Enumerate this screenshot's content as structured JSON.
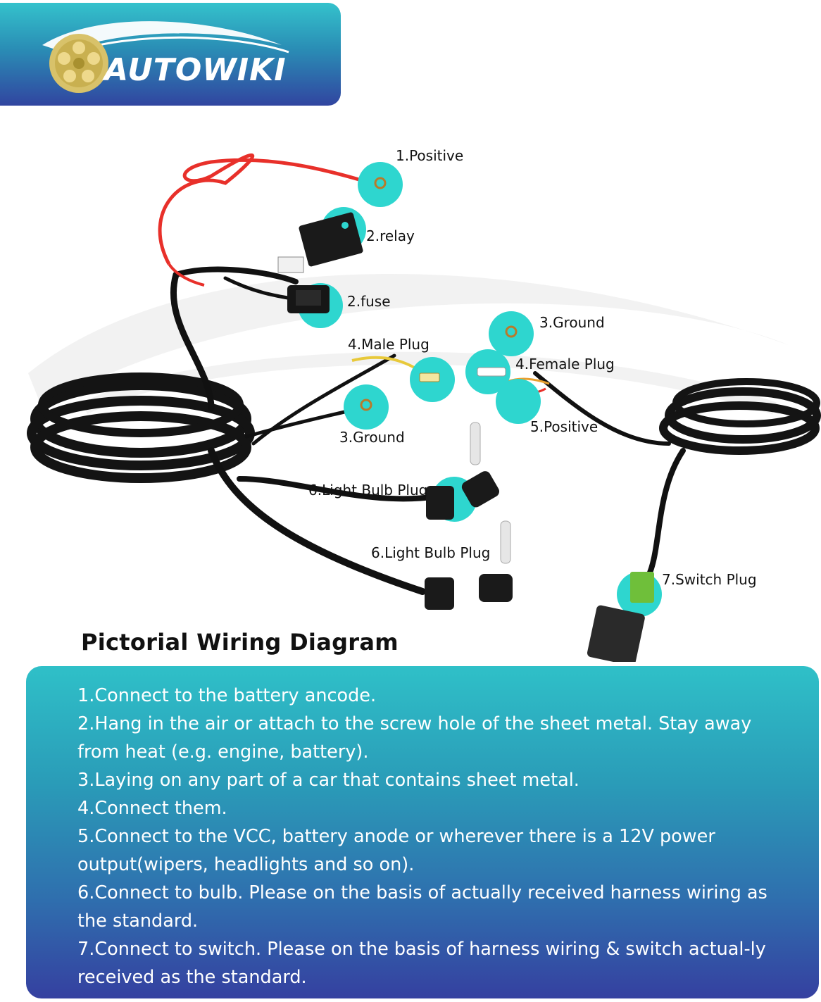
{
  "brand": {
    "name": "AUTOWIKI",
    "colors": {
      "banner_top": "#34c2cc",
      "banner_bottom": "#3145a0",
      "callout": "#2ed6cf"
    }
  },
  "diagram": {
    "title": "Pictorial Wiring Diagram",
    "callouts": [
      {
        "label": "1.Positive"
      },
      {
        "label": "2.relay"
      },
      {
        "label": "2.fuse"
      },
      {
        "label": "3.Ground"
      },
      {
        "label": "4.Male Plug"
      },
      {
        "label": "4.Female Plug"
      },
      {
        "label": "3.Ground"
      },
      {
        "label": "5.Positive"
      },
      {
        "label": "6.Light Bulb Plug"
      },
      {
        "label": "6.Light Bulb Plug"
      },
      {
        "label": "7.Switch Plug"
      }
    ]
  },
  "notes": [
    "1.Connect to the battery ancode.",
    "2.Hang in the air or attach to the screw hole of the sheet metal. Stay away from heat (e.g. engine, battery).",
    "3.Laying on any part of a car that contains sheet metal.",
    "4.Connect them.",
    "5.Connect to the VCC, battery anode or wherever there is a 12V power output(wipers, headlights and so on).",
    "6.Connect to bulb. Please on the basis of actually received harness wiring as the standard.",
    "7.Connect to switch. Please on the basis of  harness wiring & switch actual-ly received as the standard."
  ]
}
